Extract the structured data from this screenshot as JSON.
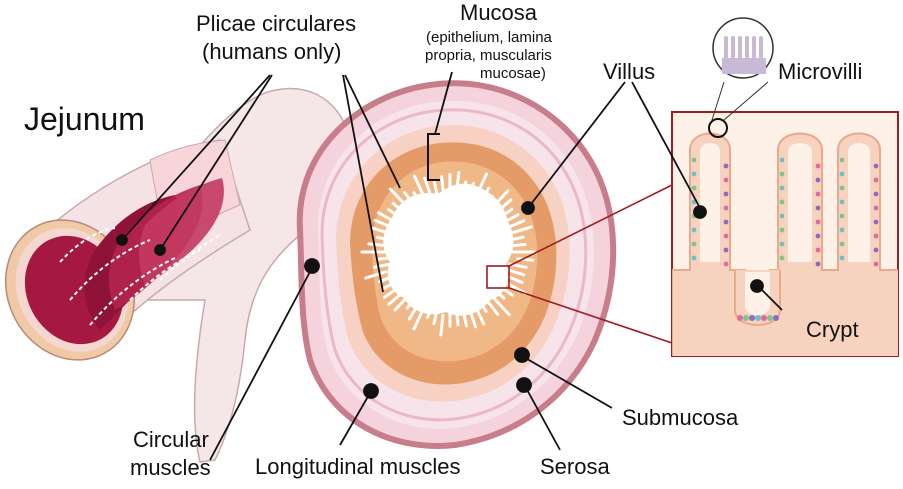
{
  "labels": {
    "jejunum": "Jejunum",
    "plicae_line1": "Plicae circulares",
    "plicae_line2": "(humans only)",
    "mucosa": "Mucosa",
    "mucosa_detail_line1": "(epithelium, lamina",
    "mucosa_detail_line2": "propria, muscularis",
    "mucosa_detail_line3": "mucosae)",
    "villus": "Villus",
    "microvilli": "Microvilli",
    "crypt": "Crypt",
    "submucosa": "Submucosa",
    "serosa": "Serosa",
    "longitudinal": "Longitudinal muscles",
    "circular_line1": "Circular",
    "circular_line2": "muscles"
  },
  "colors": {
    "serosa": "#c77d8a",
    "muscle_light": "#f7dce4",
    "muscle_band": "#efb9cb",
    "submucosa": "#f6cfc4",
    "mucosa": "#e49b68",
    "mucosa_inner": "#f0b886",
    "jejunum_inner": "#8f1338",
    "jejunum_outer": "#f4e4e6",
    "inset_border": "#a01c22",
    "inset_bg": "#fdf1e8"
  }
}
